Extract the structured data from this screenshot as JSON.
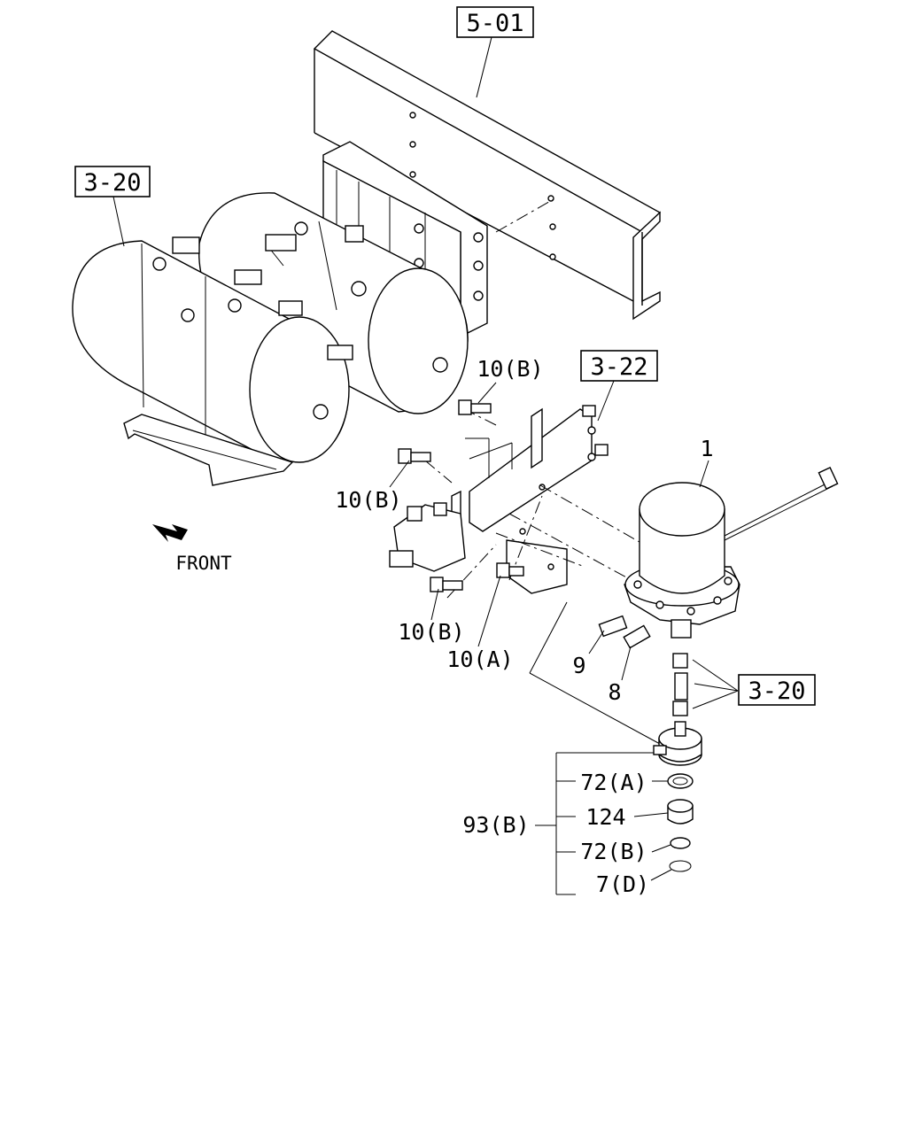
{
  "callouts": {
    "frame_ref": "5-01",
    "tanks_ref": "3-20",
    "bracket_ref": "3-22",
    "fitting_ref": "3-20",
    "dryer": "1",
    "fitting_9": "9",
    "fitting_8": "8",
    "bolt_top": "10(B)",
    "bolt_left": "10(B)",
    "bolt_lower": "10(B)",
    "bolt_a": "10(A)",
    "kit": "93(B)",
    "kit_items": [
      "72(A)",
      "124",
      "72(B)",
      "7(D)"
    ]
  },
  "direction": {
    "label": "FRONT",
    "icon": "front-arrow-icon"
  }
}
